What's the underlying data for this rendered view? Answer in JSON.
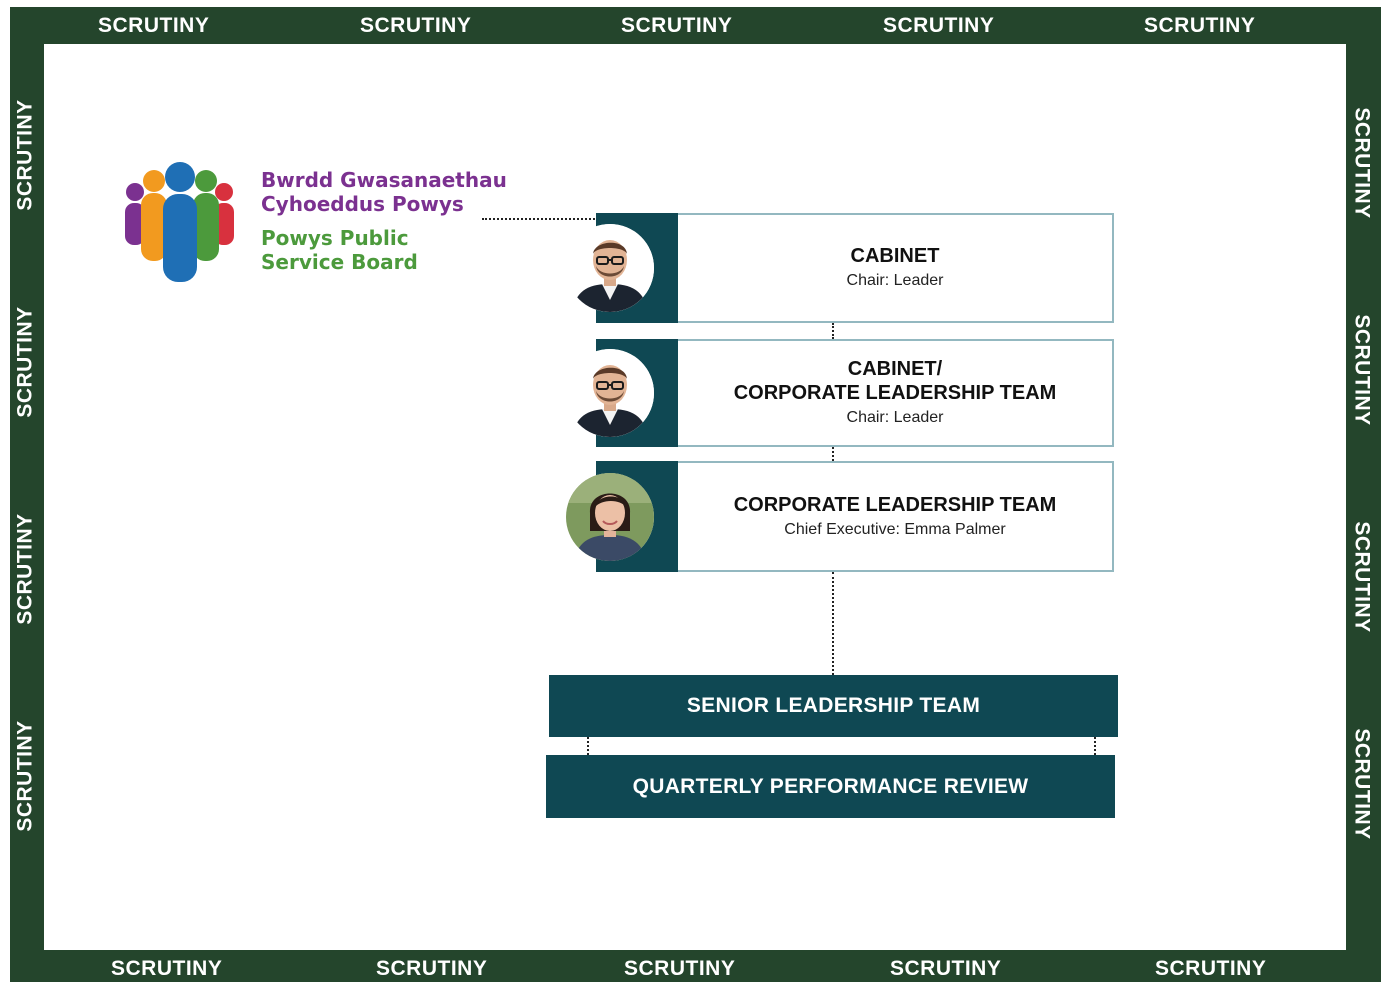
{
  "border": {
    "label": "SCRUTINY",
    "color": "#24452c"
  },
  "logo": {
    "welsh_line1": "Bwrdd Gwasanaethau",
    "welsh_line2": "Cyhoeddus Powys",
    "english_line1": "Powys Public",
    "english_line2": "Service Board"
  },
  "boxes": [
    {
      "title": "CABINET",
      "subtitle": "Chair: Leader",
      "photo": "man-with-glasses-portrait"
    },
    {
      "title_line1": "CABINET/",
      "title_line2": "CORPORATE LEADERSHIP TEAM",
      "subtitle": "Chair: Leader",
      "photo": "man-with-glasses-portrait"
    },
    {
      "title": "CORPORATE LEADERSHIP TEAM",
      "subtitle": "Chief Executive: Emma Palmer",
      "photo": "woman-portrait"
    }
  ],
  "bars": {
    "senior": "SENIOR LEADERSHIP TEAM",
    "quarterly": "QUARTERLY PERFORMANCE REVIEW"
  },
  "colors": {
    "teal": "#0f4853",
    "purple": "#7b3190",
    "green": "#4c9a3c"
  }
}
